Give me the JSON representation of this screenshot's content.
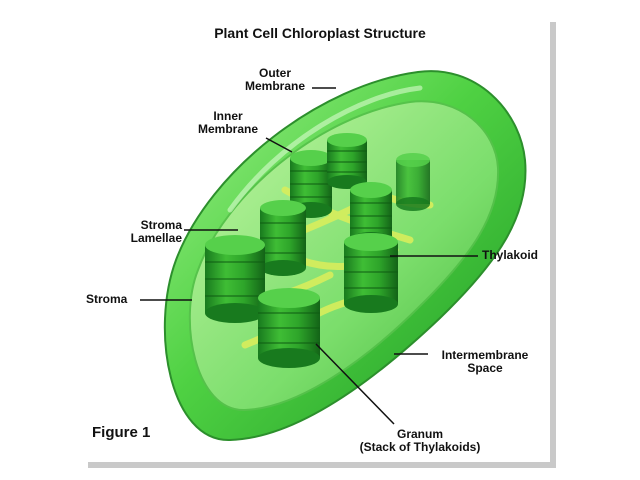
{
  "title": "Plant Cell Chloroplast Structure",
  "figure_label": "Figure 1",
  "labels": {
    "outer_membrane": [
      "Outer",
      "Membrane"
    ],
    "inner_membrane": [
      "Inner",
      "Membrane"
    ],
    "stroma_lamellae": [
      "Stroma",
      "Lamellae"
    ],
    "stroma": "Stroma",
    "thylakoid": "Thylakoid",
    "intermembrane_space": [
      "Intermembrane",
      "Space"
    ],
    "granum": [
      "Granum",
      "(Stack of Thylakoids)"
    ]
  },
  "colors": {
    "outer_green": "#43c63a",
    "inner_green": "#7fe06f",
    "granum_green": "#2e9f2a",
    "lamellae_yellow": "#d8ee5c",
    "leader_line": "#111111"
  }
}
